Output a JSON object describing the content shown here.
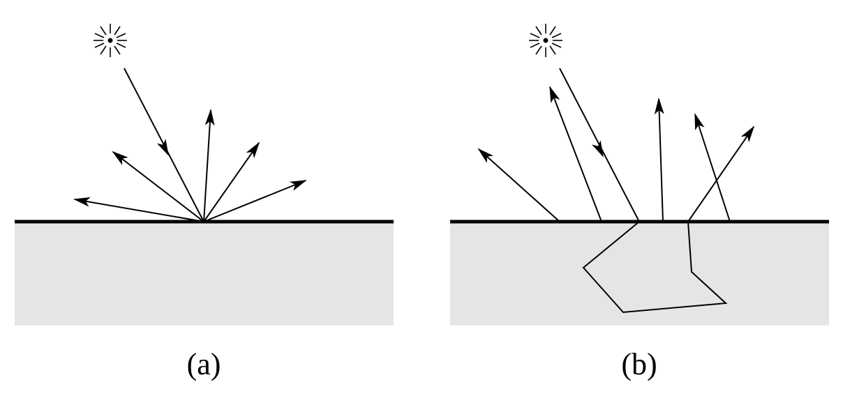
{
  "colors": {
    "background": "#ffffff",
    "material_fill": "#e5e5e5",
    "ink": "#000000"
  },
  "panels": [
    {
      "id": "a",
      "label": "(a)",
      "icons": [
        "light-source-icon"
      ]
    },
    {
      "id": "b",
      "label": "(b)",
      "icons": [
        "light-source-icon"
      ]
    }
  ]
}
